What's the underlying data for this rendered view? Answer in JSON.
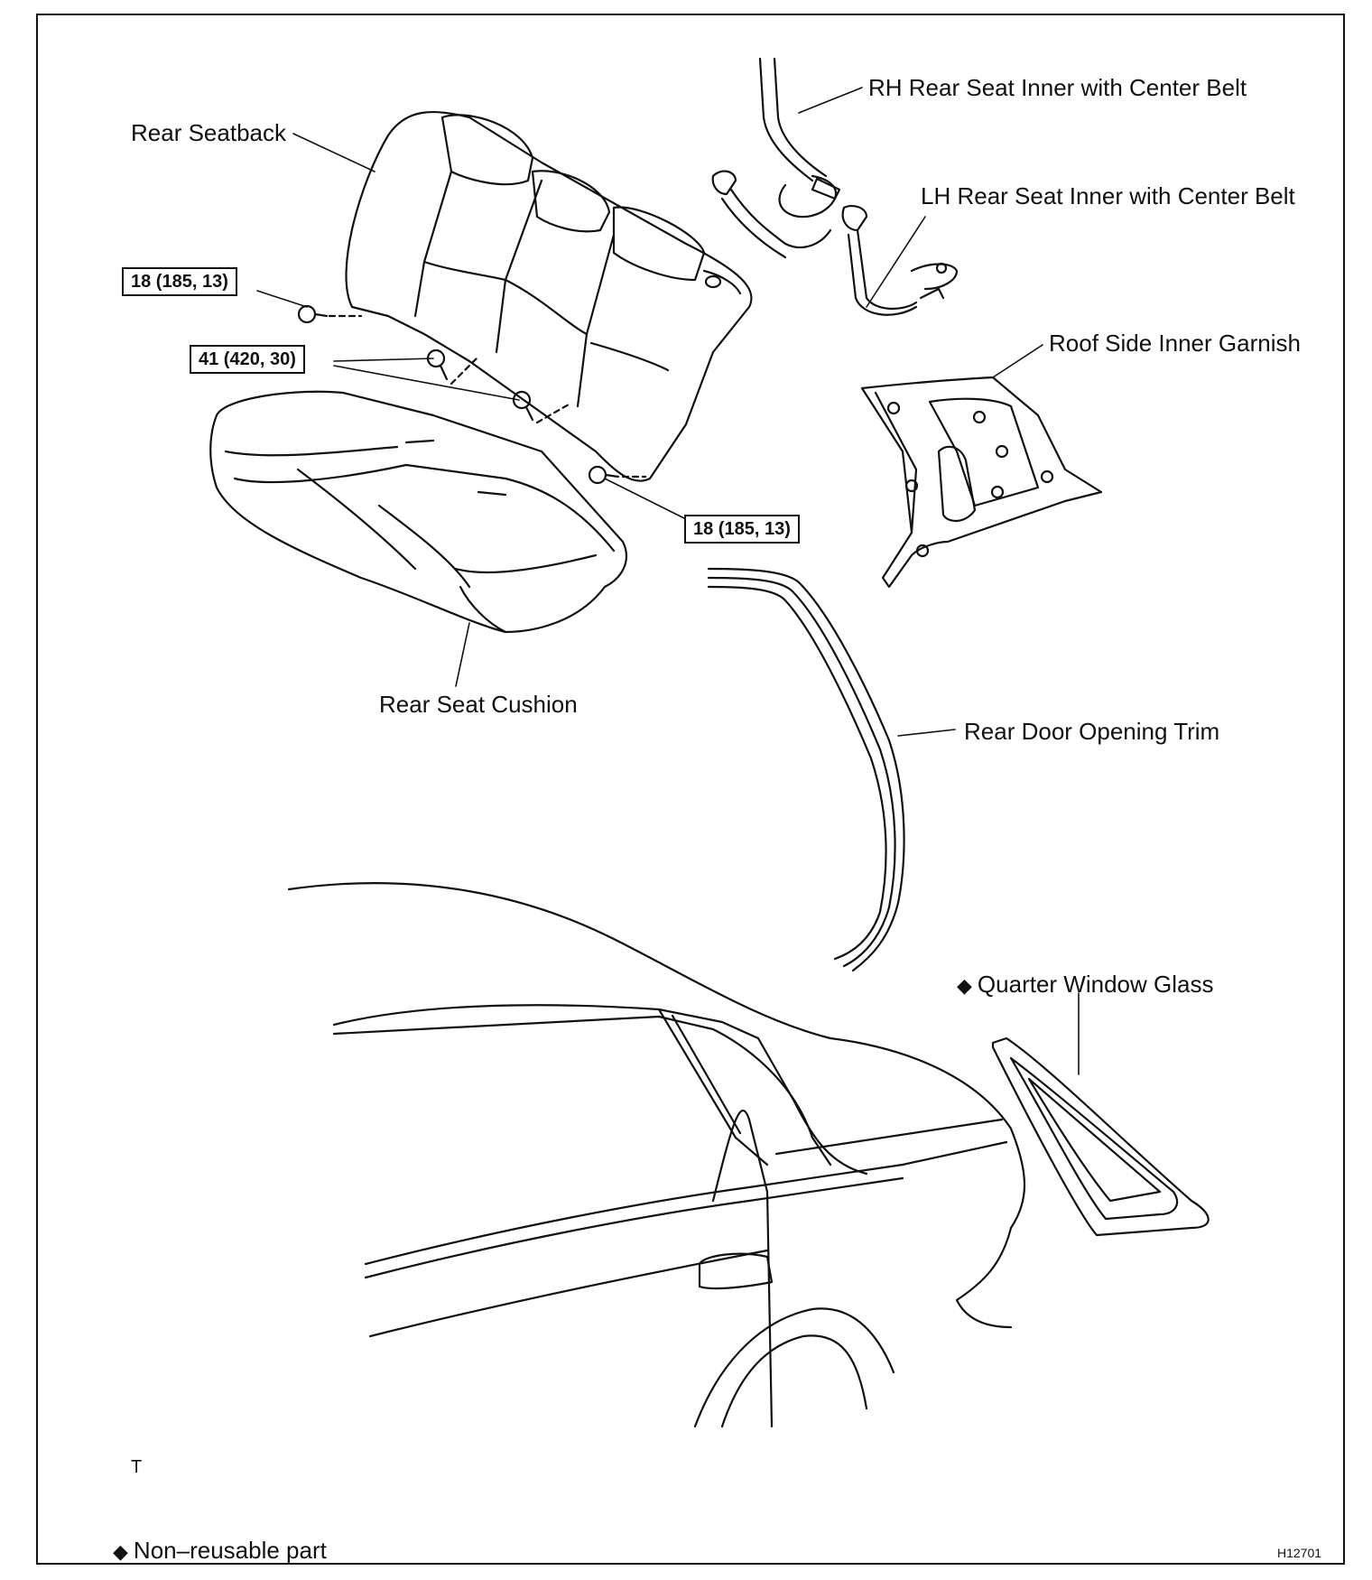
{
  "labels": {
    "rear_seatback": "Rear Seatback",
    "rh_belt": "RH Rear Seat Inner with Center Belt",
    "lh_belt": "LH Rear Seat Inner with Center Belt",
    "roof_garnish": "Roof Side Inner Garnish",
    "rear_seat_cushion": "Rear Seat Cushion",
    "rear_door_trim": "Rear Door Opening Trim",
    "quarter_glass": "Quarter Window Glass"
  },
  "torque": {
    "upper_left": "18 (185, 13)",
    "middle": "41 (420, 30)",
    "lower_right": "18 (185, 13)"
  },
  "legend": {
    "symbol": "◆",
    "text": "Non–reusable part"
  },
  "corner_mark": "T",
  "figure_code": "H12701"
}
